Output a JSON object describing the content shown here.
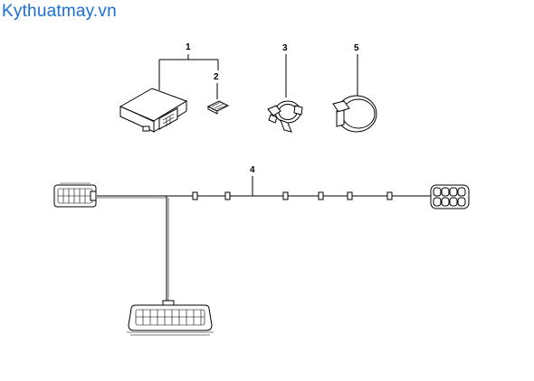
{
  "watermark": "Kythuatmay.vn",
  "callouts": {
    "c1": "1",
    "c2": "2",
    "c3": "3",
    "c4": "4",
    "c5": "5"
  },
  "colors": {
    "watermark": "#1a6fd6",
    "line": "#000000",
    "background": "#ffffff"
  }
}
